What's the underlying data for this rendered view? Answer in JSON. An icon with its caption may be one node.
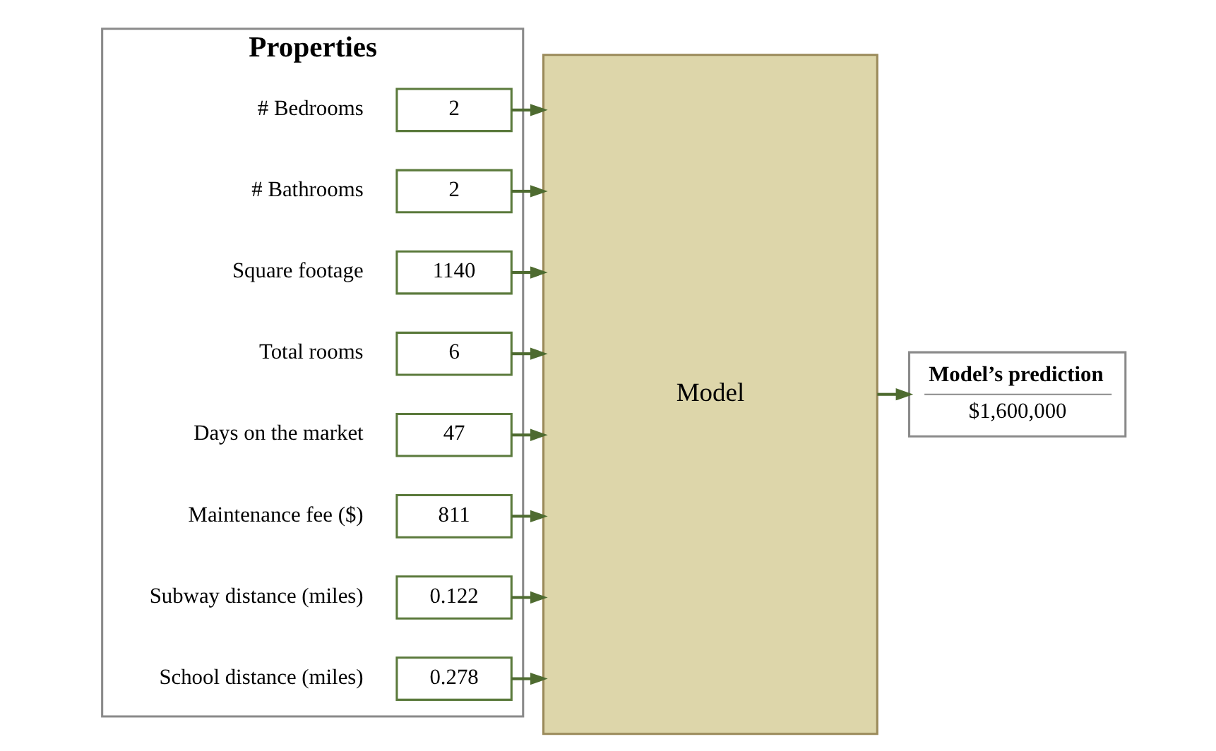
{
  "diagram": {
    "nodes": [
      {
        "text": [
          "Properties"
        ]
      },
      {
        "text": [
          "2"
        ],
        "in": 0,
        "beside": [
          "# Bedrooms"
        ]
      },
      {
        "text": [
          "2"
        ],
        "in": 0,
        "beside": [
          "# Bathrooms"
        ]
      },
      {
        "text": [
          "1140"
        ],
        "in": 0,
        "beside": [
          "Square footage"
        ]
      },
      {
        "text": [
          "6"
        ],
        "in": 0,
        "beside": [
          "Total rooms"
        ]
      },
      {
        "text": [
          "47"
        ],
        "in": 0,
        "beside": [
          "Days on the market"
        ]
      },
      {
        "text": [
          "811"
        ],
        "in": 0,
        "beside": [
          "Maintenance fee ($)"
        ]
      },
      {
        "text": [
          "0.122"
        ],
        "in": 0,
        "beside": [
          "Subway distance (miles)"
        ]
      },
      {
        "text": [
          "0.278"
        ],
        "in": 0,
        "beside": [
          "School distance (miles)"
        ]
      },
      {
        "text": [
          "Model"
        ]
      },
      {
        "text": [
          "Model’s prediction",
          "$1,600,000"
        ]
      }
    ],
    "edges": [
      {
        "from": 1,
        "to": 9,
        "arrow": "to"
      },
      {
        "from": 2,
        "to": 9,
        "arrow": "to"
      },
      {
        "from": 3,
        "to": 9,
        "arrow": "to"
      },
      {
        "from": 4,
        "to": 9,
        "arrow": "to"
      },
      {
        "from": 5,
        "to": 9,
        "arrow": "to"
      },
      {
        "from": 6,
        "to": 9,
        "arrow": "to"
      },
      {
        "from": 7,
        "to": 9,
        "arrow": "to"
      },
      {
        "from": 8,
        "to": 9,
        "arrow": "to"
      },
      {
        "from": 9,
        "to": 10,
        "arrow": "to"
      }
    ]
  }
}
